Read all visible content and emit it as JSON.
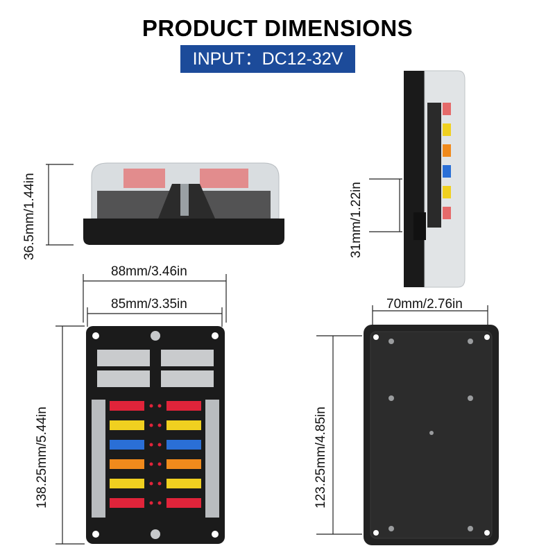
{
  "header": {
    "title": "PRODUCT DIMENSIONS",
    "input_label": "INPUT：DC12-32V"
  },
  "dimensions": {
    "front_height": "36.5mm/1.44in",
    "side_height": "31mm/1.22in",
    "outer_width": "88mm/3.46in",
    "inner_width": "85mm/3.35in",
    "back_width": "70mm/2.76in",
    "top_length": "138.25mm/5.44in",
    "back_length": "123.25mm/4.85in"
  },
  "colors": {
    "badge_blue": "#1c4b9a",
    "body_black": "#1a1a1a",
    "fuse_red": "#e0243a",
    "fuse_yellow": "#f0d020",
    "fuse_blue": "#2a6fd6",
    "fuse_orange": "#f08a1c"
  },
  "fuses": {
    "left": [
      "red",
      "yellow",
      "blue",
      "orange",
      "yellow",
      "red"
    ],
    "right": [
      "red",
      "yellow",
      "blue",
      "orange",
      "yellow",
      "red"
    ]
  }
}
